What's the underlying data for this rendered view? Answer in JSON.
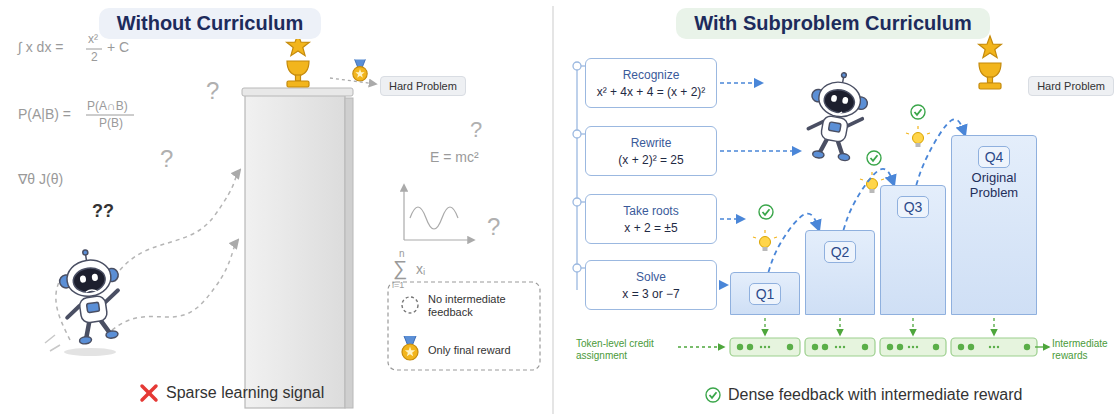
{
  "diagram": {
    "nodes": [
      {
        "text": [
          "Without Curriculum"
        ]
      },
      {
        "text": [
          "Hard Problem"
        ]
      },
      {
        "text": [
          "With Subproblem Curriculum"
        ]
      },
      {
        "text": [
          "Recognize",
          "x² + 4x + 4 = (x + 2)²"
        ]
      },
      {
        "text": [
          "Rewrite",
          "(x + 2)² = 25"
        ]
      },
      {
        "text": [
          "Take roots",
          "x + 2 = ±5"
        ]
      },
      {
        "text": [
          "Solve",
          "x = 3 or −7"
        ]
      },
      {
        "text": [
          "Q1"
        ]
      },
      {
        "text": [
          "Q2"
        ]
      },
      {
        "text": [
          "Q3"
        ]
      },
      {
        "text": [
          "Q4",
          "Original Problem"
        ]
      },
      {
        "text": [
          "Hard Problem"
        ]
      }
    ],
    "edges": [
      {
        "from": 7,
        "to": 8,
        "arrow": "to"
      },
      {
        "from": 8,
        "to": 9,
        "arrow": "to"
      },
      {
        "from": 9,
        "to": 10,
        "arrow": "to"
      }
    ],
    "labels": [
      "∫ x dx =",
      "x²",
      "2",
      "+ C",
      "P(A|B) =",
      "P(A∩B)",
      "P(B)",
      "∇θ J(θ)",
      "?",
      "?",
      "?",
      "?",
      "??",
      "E = mc²",
      "n",
      "∑",
      "i=1",
      "xᵢ",
      "Sparse learning signal",
      "Token-level credit assignment",
      "Intermediate rewards",
      "Dense feedback with intermediate reward"
    ],
    "legend": [
      {
        "text": "No intermediate feedback"
      },
      {
        "text": "Only final reward"
      }
    ]
  }
}
